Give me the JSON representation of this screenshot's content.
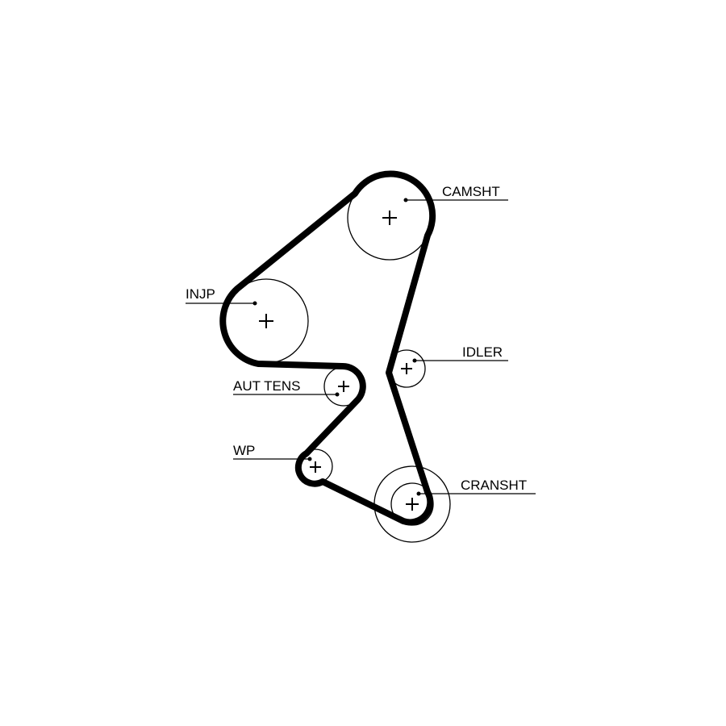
{
  "diagram": {
    "type": "timing-belt-layout",
    "colors": {
      "line": "#000000",
      "background": "#ffffff"
    },
    "pulleys": [
      {
        "id": "camshaft",
        "label": "CAMSHT"
      },
      {
        "id": "injection-pump",
        "label": "INJP"
      },
      {
        "id": "idler",
        "label": "IDLER"
      },
      {
        "id": "auto-tensioner",
        "label": "AUT TENS"
      },
      {
        "id": "water-pump",
        "label": "WP"
      },
      {
        "id": "crankshaft",
        "label": "CRANSHT"
      }
    ]
  }
}
